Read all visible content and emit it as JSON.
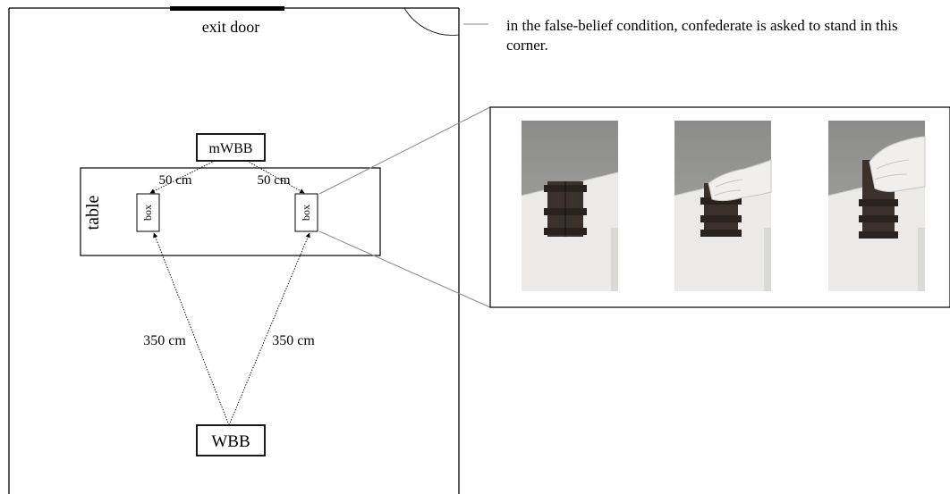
{
  "room": {
    "exit_label": "exit door",
    "table_label": "table",
    "box_label": "box",
    "mwbb_label": "mWBB",
    "wbb_label": "WBB",
    "dist_box_to_mwbb_left": "50 cm",
    "dist_box_to_mwbb_right": "50 cm",
    "dist_wbb_to_box_left": "350 cm",
    "dist_wbb_to_box_right": "350 cm"
  },
  "note": {
    "text": "in the false-belief condition, confederate is asked to stand in this corner."
  },
  "photos": {
    "count": 3,
    "subject": "hand placing a lid on a dark wooden box stack"
  },
  "colors": {
    "line": "#000000",
    "connector": "#888888",
    "wall_bg": "#9a9a98",
    "table_bg": "#ecebea",
    "wood": "#3a302c"
  }
}
